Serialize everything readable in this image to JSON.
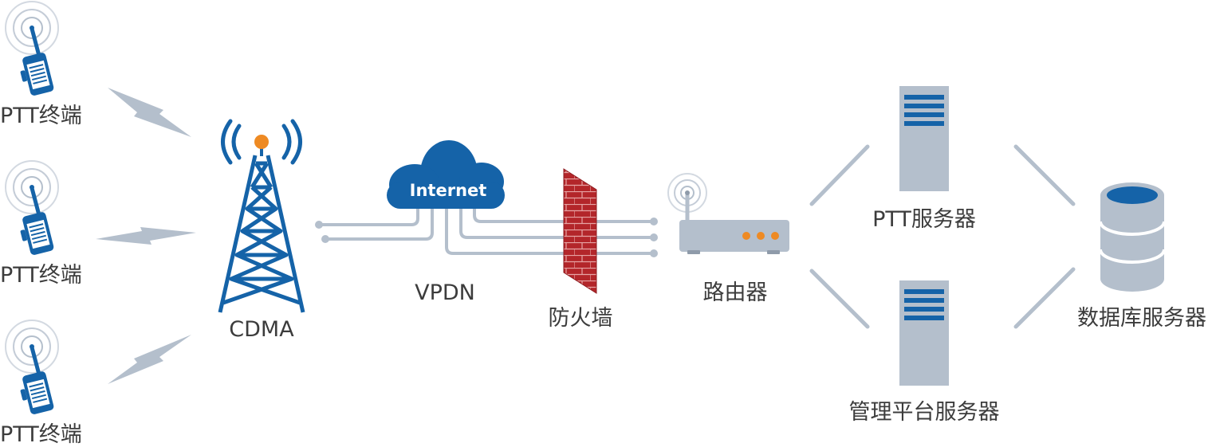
{
  "colors": {
    "blue": "#1563a8",
    "gray": "#b4bfcc",
    "orange": "#ee8a23",
    "brick": "#b3262a",
    "text": "#3c3c3c"
  },
  "labels": {
    "terminal_1": "PTT终端",
    "terminal_2": "PTT终端",
    "terminal_3": "PTT终端",
    "cdma": "CDMA",
    "internet": "Internet",
    "vpdn": "VPDN",
    "firewall": "防火墙",
    "router": "路由器",
    "ptt_server": "PTT服务器",
    "mgmt_server": "管理平台服务器",
    "db_server": "数据库服务器"
  },
  "icons": {
    "terminal": "walkie-talkie-icon",
    "tower": "cell-tower-icon",
    "cloud": "cloud-icon",
    "firewall": "brick-wall-icon",
    "router": "router-icon",
    "server": "server-icon",
    "database": "database-icon",
    "signal": "lightning-signal-icon"
  }
}
